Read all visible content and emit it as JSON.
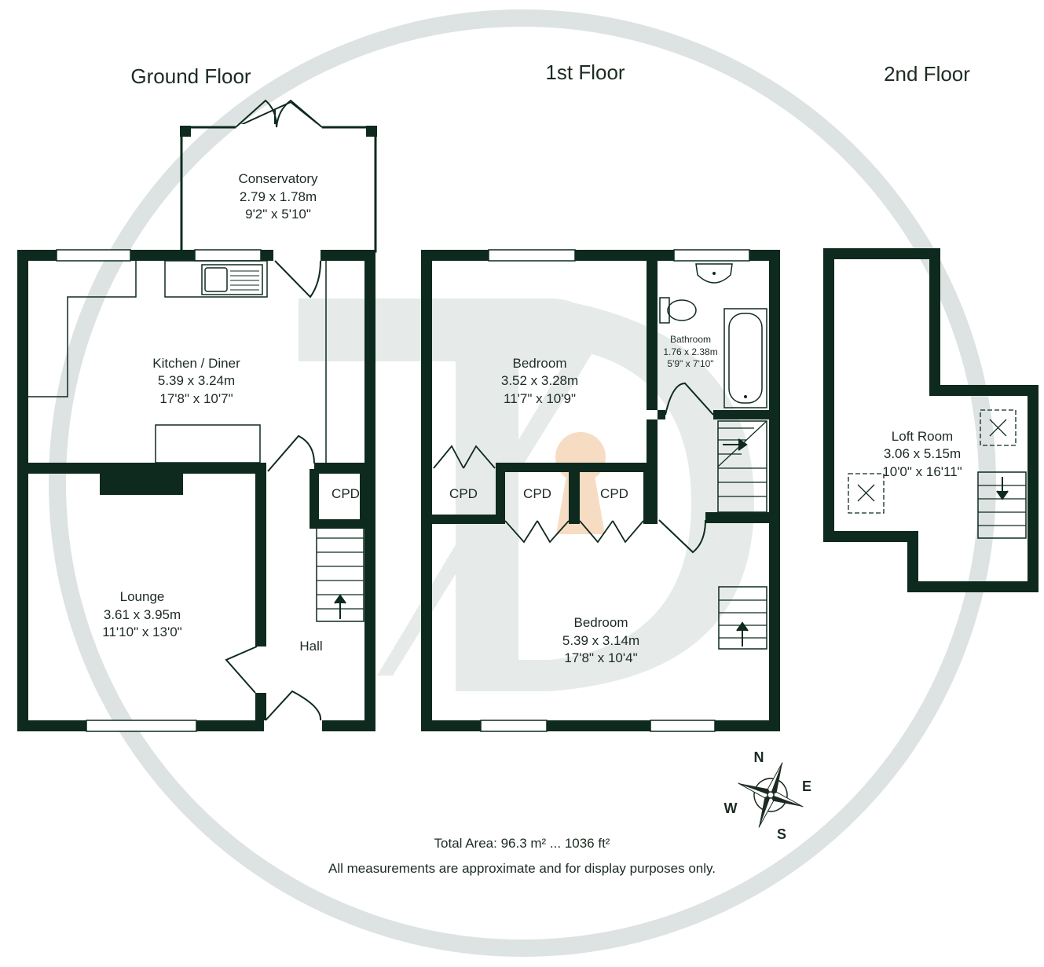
{
  "colors": {
    "wall": "#0e2a1e",
    "watermark": "#dde3e2",
    "keyhole": "#f7dcc4",
    "text": "#1c2b22"
  },
  "floors": {
    "ground": {
      "title": "Ground Floor",
      "conservatory": {
        "name": "Conservatory",
        "metric": "2.79 x 1.78m",
        "imperial": "9'2\" x 5'10\""
      },
      "kitchen": {
        "name": "Kitchen / Diner",
        "metric": "5.39 x 3.24m",
        "imperial": "17'8\" x 10'7\""
      },
      "lounge": {
        "name": "Lounge",
        "metric": "3.61 x 3.95m",
        "imperial": "11'10\" x 13'0\""
      },
      "hall": {
        "name": "Hall"
      },
      "cpd": "CPD"
    },
    "first": {
      "title": "1st Floor",
      "bedroom1": {
        "name": "Bedroom",
        "metric": "3.52 x 3.28m",
        "imperial": "11'7\" x 10'9\""
      },
      "bathroom": {
        "name": "Bathroom",
        "metric": "1.76 x 2.38m",
        "imperial": "5'9\" x 7'10\""
      },
      "bedroom2": {
        "name": "Bedroom",
        "metric": "5.39 x 3.14m",
        "imperial": "17'8\" x 10'4\""
      },
      "cpd1": "CPD",
      "cpd2": "CPD",
      "cpd3": "CPD"
    },
    "second": {
      "title": "2nd Floor",
      "loft": {
        "name": "Loft Room",
        "metric": "3.06 x 5.15m",
        "imperial": "10'0\" x 16'11\""
      }
    }
  },
  "compass": {
    "n": "N",
    "e": "E",
    "s": "S",
    "w": "W"
  },
  "footer": {
    "total_area": "Total Area: 96.3 m² ... 1036 ft²",
    "disclaimer": "All measurements are approximate and for display purposes only."
  }
}
